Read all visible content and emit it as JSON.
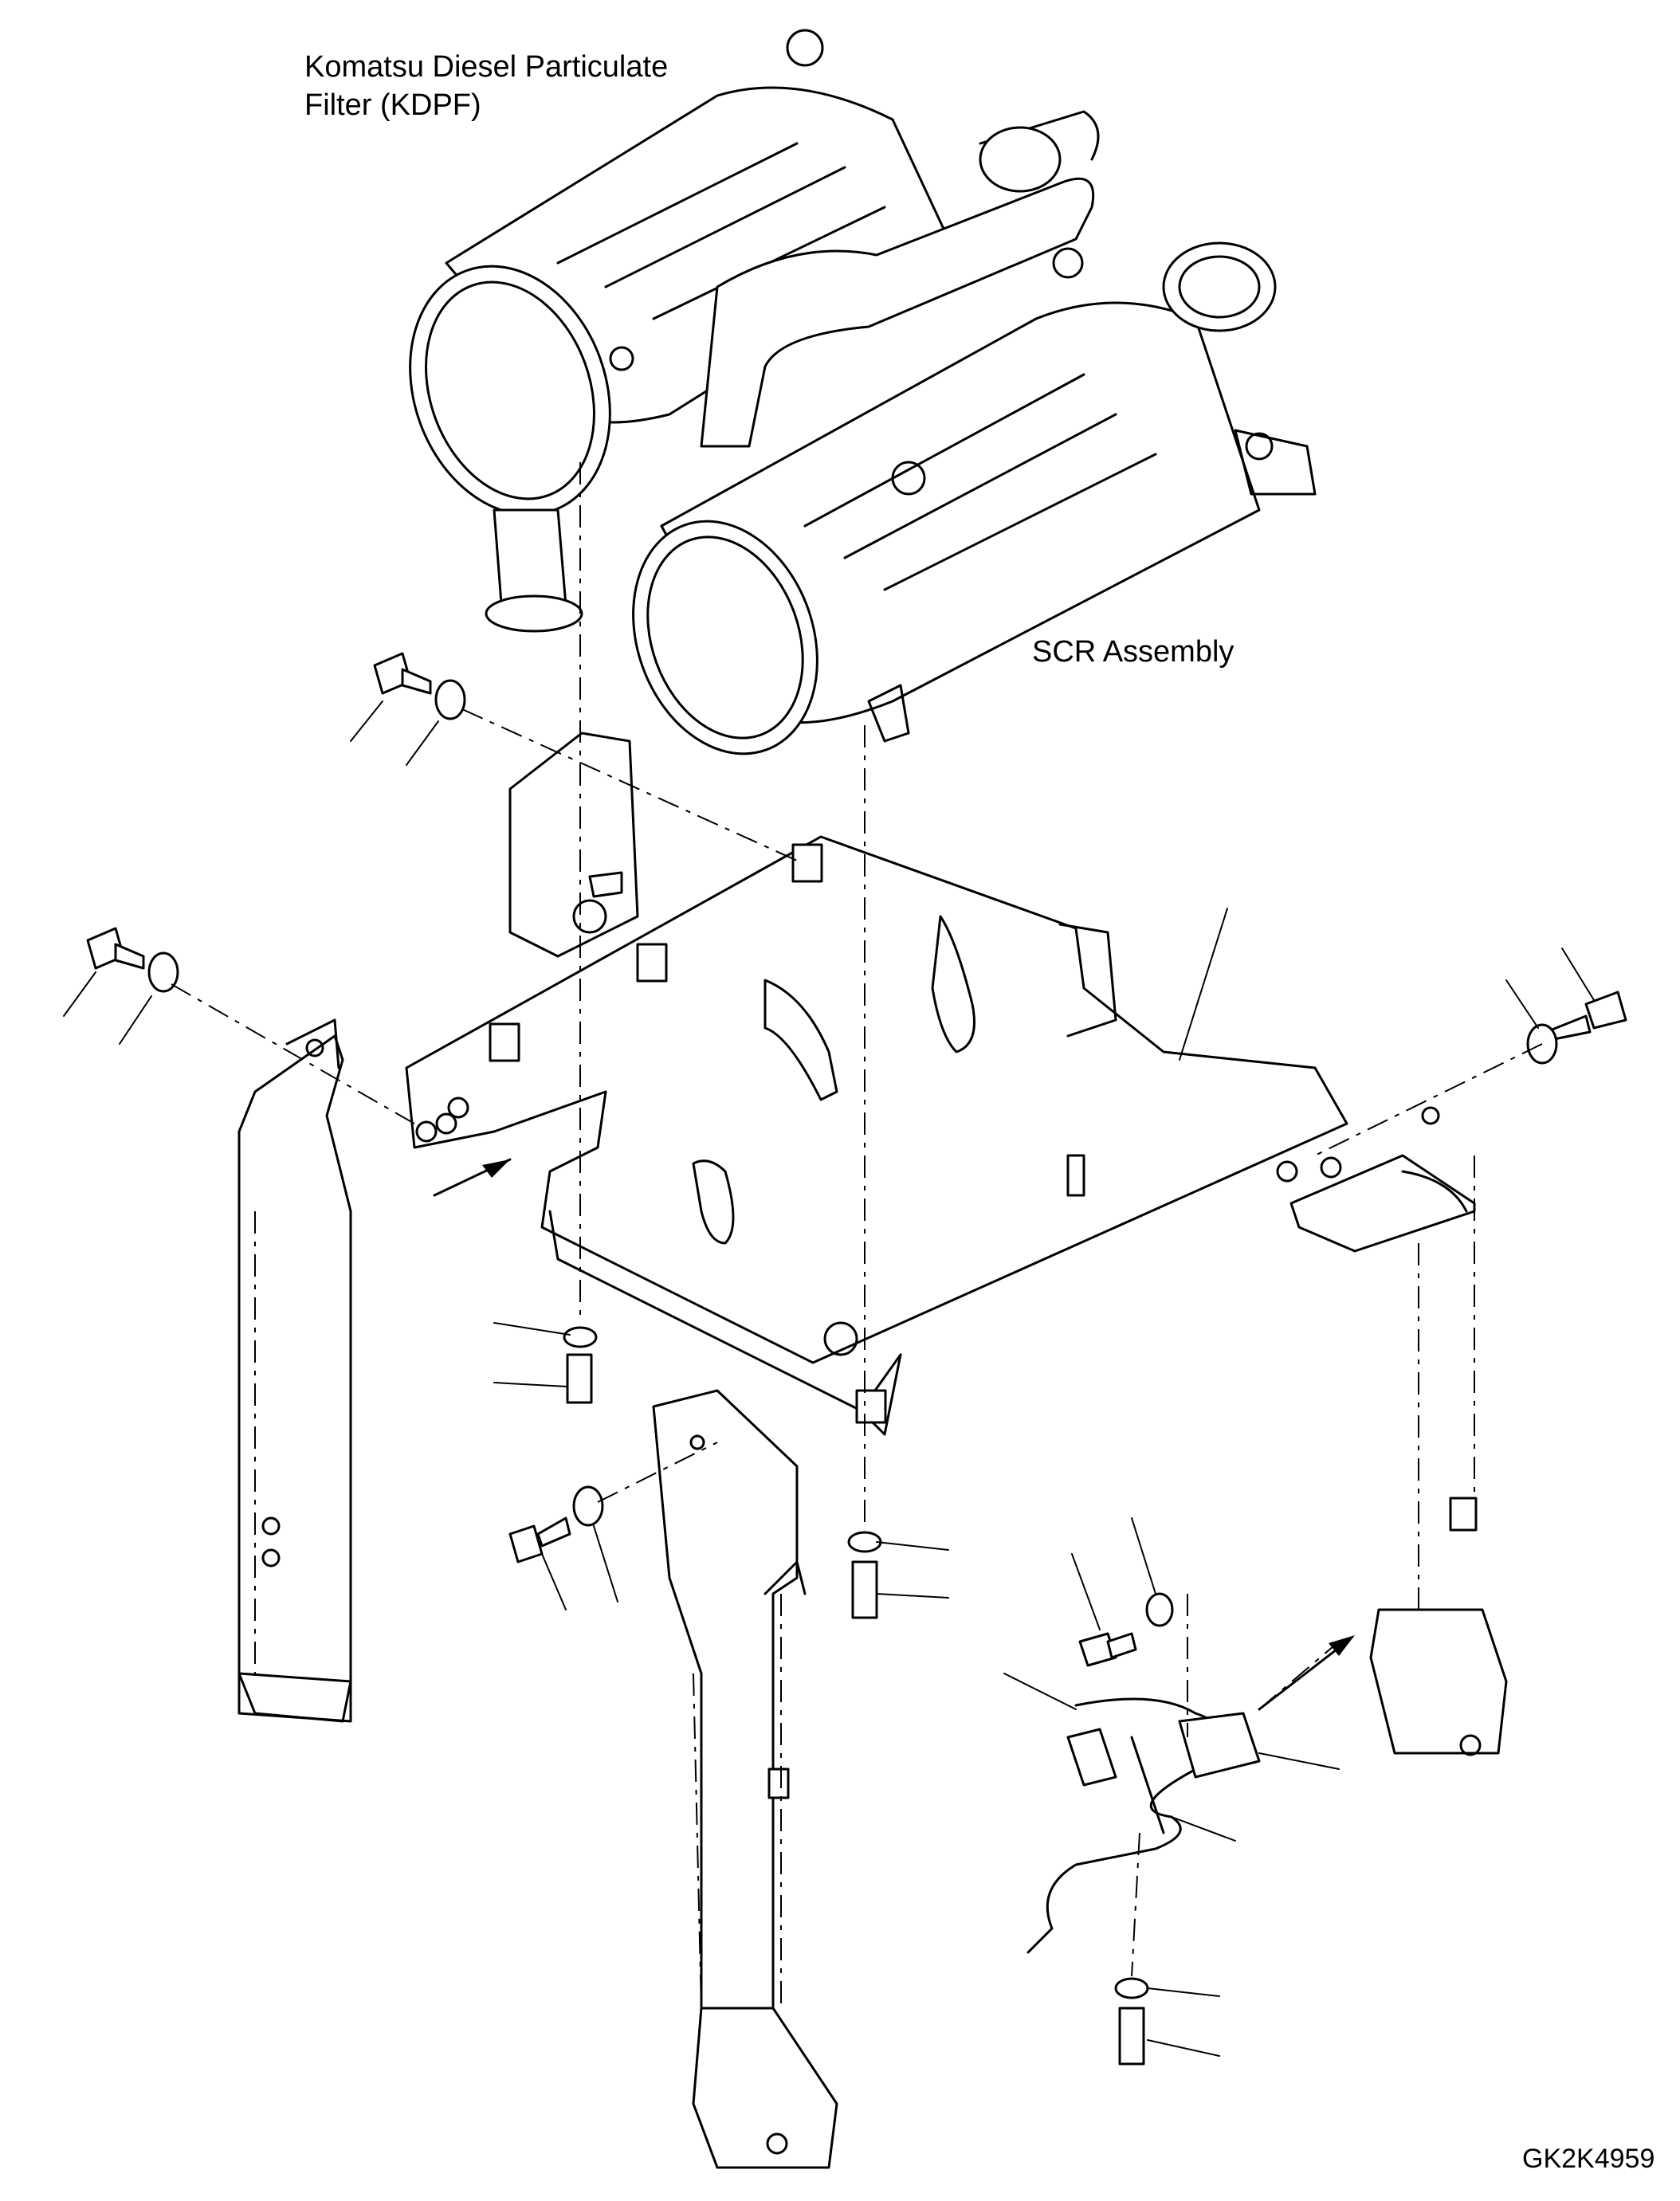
{
  "labels": {
    "kdpf_line1": "Komatsu Diesel Particulate",
    "kdpf_line2": "Filter (KDPF)",
    "scr": "SCR Assembly",
    "figure_ref": "GK2K4959"
  },
  "colors": {
    "ink": "#000000",
    "paper": "#ffffff"
  }
}
